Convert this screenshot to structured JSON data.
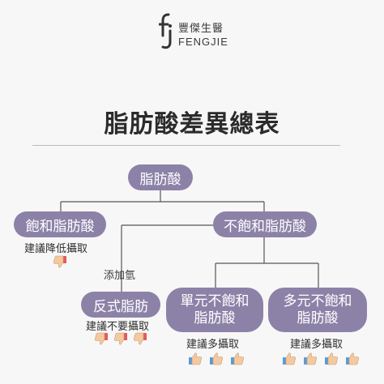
{
  "logo": {
    "chinese": "豐傑生醫",
    "english": "FENGJIE"
  },
  "title": "脂肪酸差異總表",
  "nodes": {
    "root": "脂肪酸",
    "saturated": "飽和脂肪酸",
    "unsaturated": "不飽和脂肪酸",
    "trans": "反式脂肪",
    "mufa": "單元不飽和\n脂肪酸",
    "pufa": "多元不飽和\n脂肪酸"
  },
  "edge_label": "添加氫",
  "recommendations": {
    "saturated": "建議降低攝取",
    "trans": "建議不要攝取",
    "mufa": "建議多攝取",
    "pufa": "建議多攝取"
  },
  "icons": {
    "saturated": [
      "thumbs-down-icon"
    ],
    "trans": [
      "thumbs-down-icon",
      "thumbs-down-icon",
      "thumbs-down-icon"
    ],
    "mufa": [
      "thumbs-up-icon",
      "thumbs-up-icon",
      "thumbs-up-icon"
    ],
    "pufa": [
      "thumbs-up-icon",
      "thumbs-up-icon",
      "thumbs-up-icon",
      "thumbs-up-icon"
    ]
  },
  "colors": {
    "node": "#8c82a8",
    "line": "#555555",
    "thumb_down_cuff": "#e35a5a",
    "thumb_up_cuff": "#5b9bd5",
    "skin": "#f4c9a0"
  }
}
